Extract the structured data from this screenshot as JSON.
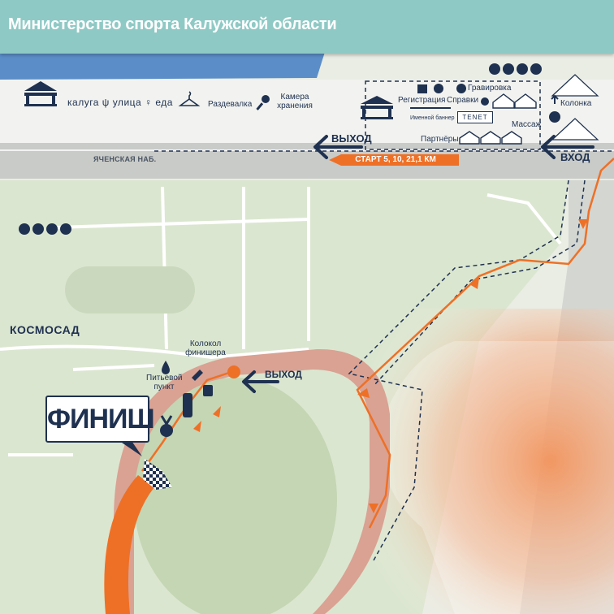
{
  "header": {
    "title": "Министерство спорта Калужской области"
  },
  "streets": {
    "embankment": "ЯЧЕНСКАЯ НАБ."
  },
  "places": {
    "kosmosad": "КОСМОСАД"
  },
  "top_strip": {
    "brand": "калуга ψ улица ♀ еда",
    "cloakroom": "Раздевалка",
    "storage": "Камера хранения"
  },
  "start_zone": {
    "registration": "Регистрация",
    "info": "Справки",
    "engraving": "Гравировка",
    "banner": "Именной баннер",
    "sponsor": "TENET",
    "massage": "Массаж",
    "partners": "Партнёры",
    "column": "Колонка",
    "exit": "ВЫХОД",
    "entrance": "ВХОД",
    "start_label": "СТАРТ 5, 10, 21,1 КМ"
  },
  "stadium": {
    "bell": "Колокол финишера",
    "water": "Питьевой пункт",
    "exit": "ВЫХОД",
    "finish": "ФИНИШ"
  },
  "colors": {
    "route": "#ee7026",
    "navy": "#1f3150",
    "header": "#8fc9c5",
    "river": "#5b8ec8",
    "park": "#dbe6d0",
    "track": "#d9a293",
    "road": "#c9cbc8"
  },
  "icons": [
    "runner-logo-icon",
    "stage-icon",
    "toilet-icon",
    "hanger-icon",
    "key-icon",
    "info-icon",
    "plus-icon",
    "medal-icon",
    "tent-icon",
    "water-drop-icon",
    "bottle-icon",
    "beer-mug-icon",
    "bell-icon",
    "checkered-flag-icon",
    "left-arrow-icon"
  ]
}
